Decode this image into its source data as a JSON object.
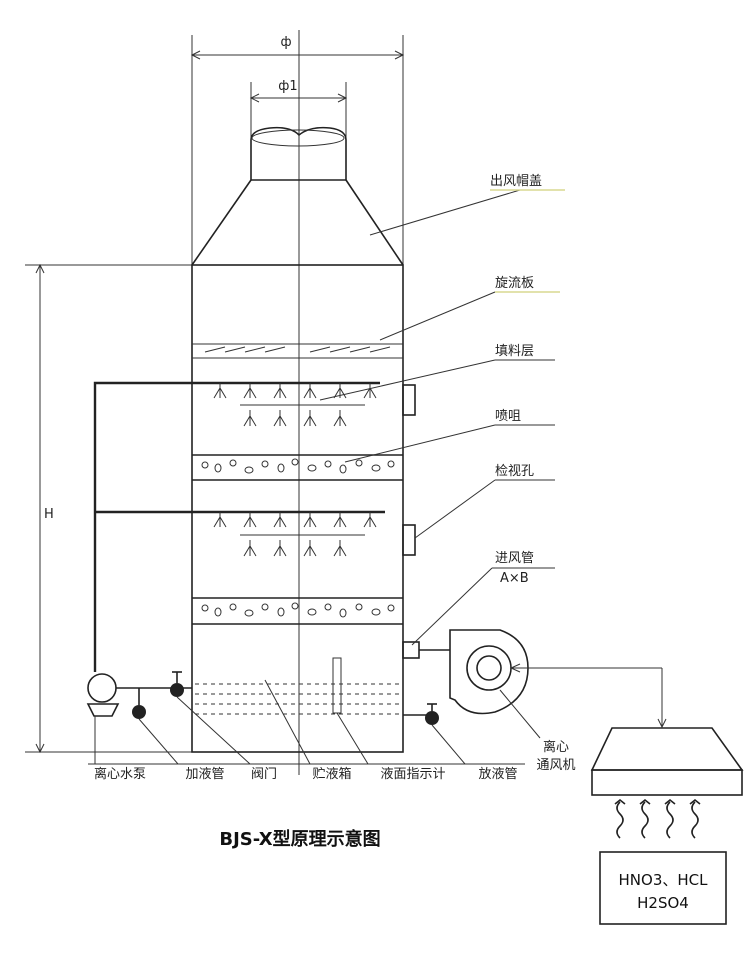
{
  "dimensions": {
    "phi": "ф",
    "phi1": "ф1",
    "height": "H"
  },
  "labels": {
    "outlet_hood": "出风帽盖",
    "swirl_plate": "旋流板",
    "packing_layer": "填料层",
    "nozzle": "喷咀",
    "inspection_hole": "检视孔",
    "inlet_pipe": "进风管",
    "inlet_pipe_size": "A×B",
    "centrifugal_fan": [
      "离心",
      "通风机"
    ],
    "bottom": [
      "离心水泵",
      "加液管",
      "阀门",
      "贮液箱",
      "液面指示计",
      "放液管"
    ]
  },
  "caption": "BJS-X型原理示意图",
  "source_gas": [
    "HNO3、HCL",
    "H2SO4"
  ]
}
